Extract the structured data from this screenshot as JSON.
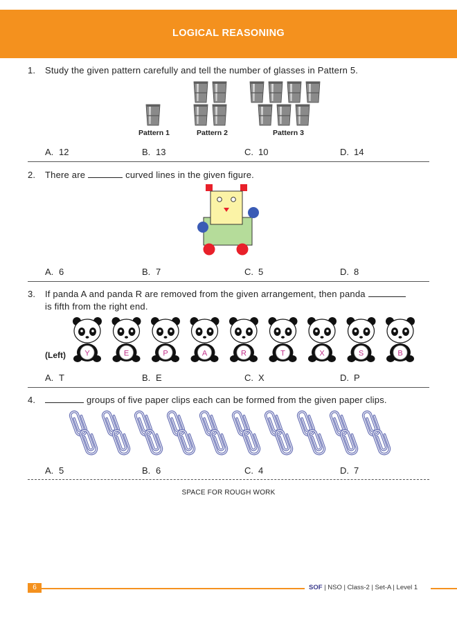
{
  "header": {
    "title": "LOGICAL REASONING"
  },
  "questions": [
    {
      "number": "1.",
      "text": "Study the given pattern carefully and tell the number of glasses in Pattern 5.",
      "captions": [
        "Pattern 1",
        "Pattern 2",
        "Pattern 3"
      ],
      "options": [
        {
          "letter": "A.",
          "value": "12"
        },
        {
          "letter": "B.",
          "value": "13"
        },
        {
          "letter": "C.",
          "value": "10"
        },
        {
          "letter": "D.",
          "value": "14"
        }
      ]
    },
    {
      "number": "2.",
      "text_before": "There are",
      "text_after": "curved lines in the given figure.",
      "options": [
        {
          "letter": "A.",
          "value": "6"
        },
        {
          "letter": "B.",
          "value": "7"
        },
        {
          "letter": "C.",
          "value": "5"
        },
        {
          "letter": "D.",
          "value": "8"
        }
      ]
    },
    {
      "number": "3.",
      "text_line1": "If panda A and panda R are removed from the given arrangement, then panda",
      "text_line2": "is fifth from the right end.",
      "left_label": "(Left)",
      "pandas": [
        "Y",
        "E",
        "P",
        "A",
        "R",
        "T",
        "X",
        "S",
        "B"
      ],
      "options": [
        {
          "letter": "A.",
          "value": "T"
        },
        {
          "letter": "B.",
          "value": "E"
        },
        {
          "letter": "C.",
          "value": "X"
        },
        {
          "letter": "D.",
          "value": "P"
        }
      ]
    },
    {
      "number": "4.",
      "text": "groups of five paper clips each can be formed from the given paper clips.",
      "options": [
        {
          "letter": "A.",
          "value": "5"
        },
        {
          "letter": "B.",
          "value": "6"
        },
        {
          "letter": "C.",
          "value": "4"
        },
        {
          "letter": "D.",
          "value": "7"
        }
      ]
    }
  ],
  "rough_work": "SPACE FOR ROUGH WORK",
  "footer": {
    "page_number": "6",
    "logo": "SOF",
    "text": "| NSO | Class-2 | Set-A | Level 1"
  },
  "colors": {
    "accent": "#f4911e",
    "panda_letter": "#c0308a",
    "clip": "#6b73b6"
  }
}
